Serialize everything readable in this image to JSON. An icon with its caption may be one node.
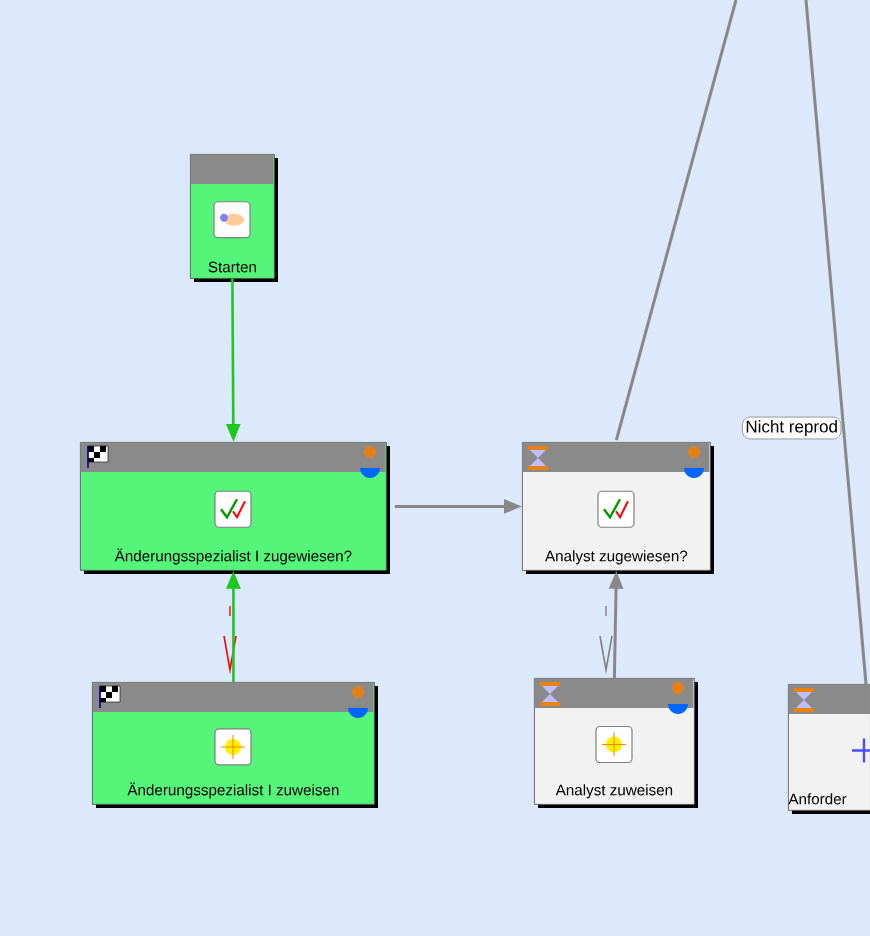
{
  "diagram": {
    "nodes": [
      {
        "text": [
          "Starten"
        ]
      },
      {
        "text": [
          "Änderungsspezialist I zugewiesen?"
        ]
      },
      {
        "text": [
          "Analyst zugewiesen?"
        ]
      },
      {
        "text": [
          "Änderungsspezialist I zuweisen"
        ]
      },
      {
        "text": [
          "Analyst zuweisen"
        ]
      },
      {
        "text": [
          "Anforder"
        ]
      }
    ],
    "edges": [
      {
        "from": 0,
        "to": 1,
        "arrow": "to",
        "color": "#1ec81e"
      },
      {
        "from": 1,
        "to": 2,
        "arrow": "to"
      },
      {
        "from": 3,
        "to": 1,
        "arrow": "to",
        "color": "#1ec81e"
      },
      {
        "from": 4,
        "to": 2,
        "arrow": "to"
      },
      {
        "from": 2,
        "to": null,
        "arrow": "none"
      },
      {
        "from": null,
        "to": 5,
        "arrow": "none",
        "label": "Nicht reprod"
      }
    ]
  }
}
